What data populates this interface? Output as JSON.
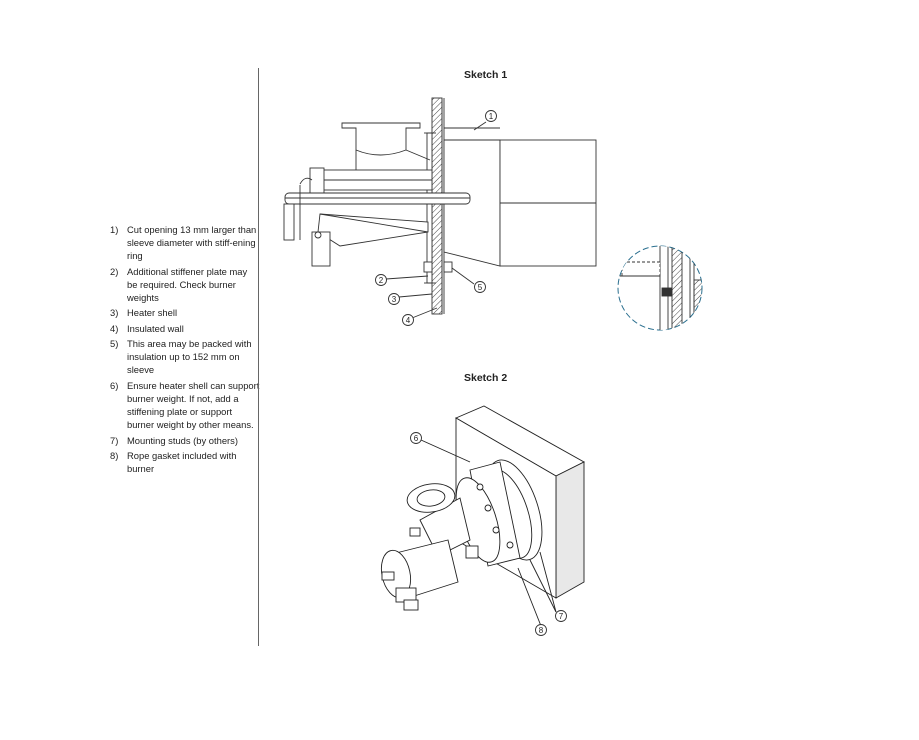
{
  "sketch1": {
    "title": "Sketch 1"
  },
  "sketch2": {
    "title": "Sketch 2"
  },
  "notes": [
    {
      "num": "1)",
      "text": "Cut opening  13 mm larger than sleeve diameter with stiff-ening ring"
    },
    {
      "num": "2)",
      "text": "Additional stiffener plate may be required. Check burner weights"
    },
    {
      "num": "3)",
      "text": "Heater shell"
    },
    {
      "num": "4)",
      "text": "Insulated wall"
    },
    {
      "num": "5)",
      "text": "This area may be packed with insulation up to  152 mm on sleeve"
    },
    {
      "num": "6)",
      "text": "Ensure heater shell can support burner weight. If not, add a stiffening plate or support burner weight by other means."
    },
    {
      "num": "7)",
      "text": "Mounting studs (by others)"
    },
    {
      "num": "8)",
      "text": "Rope gasket included with burner"
    }
  ],
  "callouts": [
    "1",
    "2",
    "3",
    "4",
    "5",
    "6",
    "7",
    "8"
  ]
}
